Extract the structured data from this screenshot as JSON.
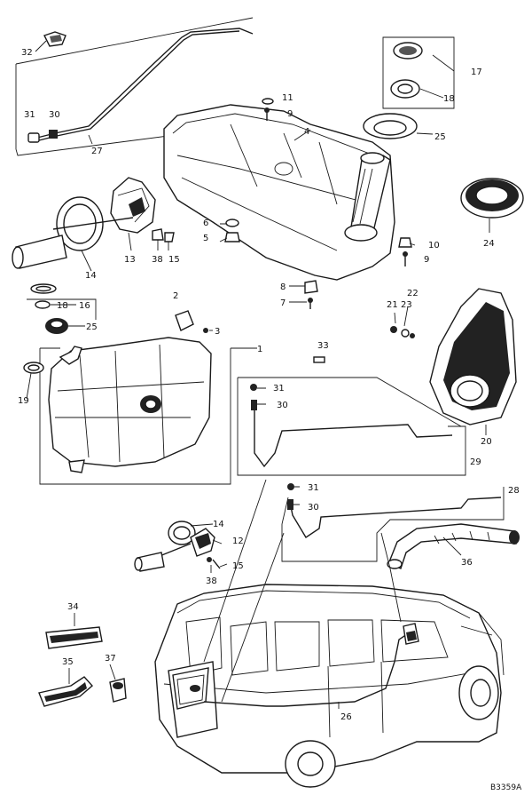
{
  "diagram": {
    "drawing_code": "B3359A",
    "parts": [
      {
        "id": "p1",
        "number": "1"
      },
      {
        "id": "p2",
        "number": "2"
      },
      {
        "id": "p3",
        "number": "3"
      },
      {
        "id": "p4",
        "number": "4"
      },
      {
        "id": "p5",
        "number": "5"
      },
      {
        "id": "p6",
        "number": "6"
      },
      {
        "id": "p7",
        "number": "7"
      },
      {
        "id": "p8",
        "number": "8"
      },
      {
        "id": "p9a",
        "number": "9"
      },
      {
        "id": "p9b",
        "number": "9"
      },
      {
        "id": "p10",
        "number": "10"
      },
      {
        "id": "p11",
        "number": "11"
      },
      {
        "id": "p12",
        "number": "12"
      },
      {
        "id": "p13",
        "number": "13"
      },
      {
        "id": "p14a",
        "number": "14"
      },
      {
        "id": "p14b",
        "number": "14"
      },
      {
        "id": "p15a",
        "number": "15"
      },
      {
        "id": "p15b",
        "number": "15"
      },
      {
        "id": "p16",
        "number": "16"
      },
      {
        "id": "p17",
        "number": "17"
      },
      {
        "id": "p18a",
        "number": "18"
      },
      {
        "id": "p18b",
        "number": "18"
      },
      {
        "id": "p19",
        "number": "19"
      },
      {
        "id": "p20",
        "number": "20"
      },
      {
        "id": "p21",
        "number": "21"
      },
      {
        "id": "p22",
        "number": "22"
      },
      {
        "id": "p23",
        "number": "23"
      },
      {
        "id": "p24",
        "number": "24"
      },
      {
        "id": "p25a",
        "number": "25"
      },
      {
        "id": "p25b",
        "number": "25"
      },
      {
        "id": "p26",
        "number": "26"
      },
      {
        "id": "p27",
        "number": "27"
      },
      {
        "id": "p28",
        "number": "28"
      },
      {
        "id": "p29",
        "number": "29"
      },
      {
        "id": "p30a",
        "number": "30"
      },
      {
        "id": "p30b",
        "number": "30"
      },
      {
        "id": "p30c",
        "number": "30"
      },
      {
        "id": "p31a",
        "number": "31"
      },
      {
        "id": "p31b",
        "number": "31"
      },
      {
        "id": "p31c",
        "number": "31"
      },
      {
        "id": "p32",
        "number": "32"
      },
      {
        "id": "p33",
        "number": "33"
      },
      {
        "id": "p34",
        "number": "34"
      },
      {
        "id": "p35",
        "number": "35"
      },
      {
        "id": "p36",
        "number": "36"
      },
      {
        "id": "p37",
        "number": "37"
      },
      {
        "id": "p38a",
        "number": "38"
      },
      {
        "id": "p38b",
        "number": "38"
      }
    ]
  }
}
